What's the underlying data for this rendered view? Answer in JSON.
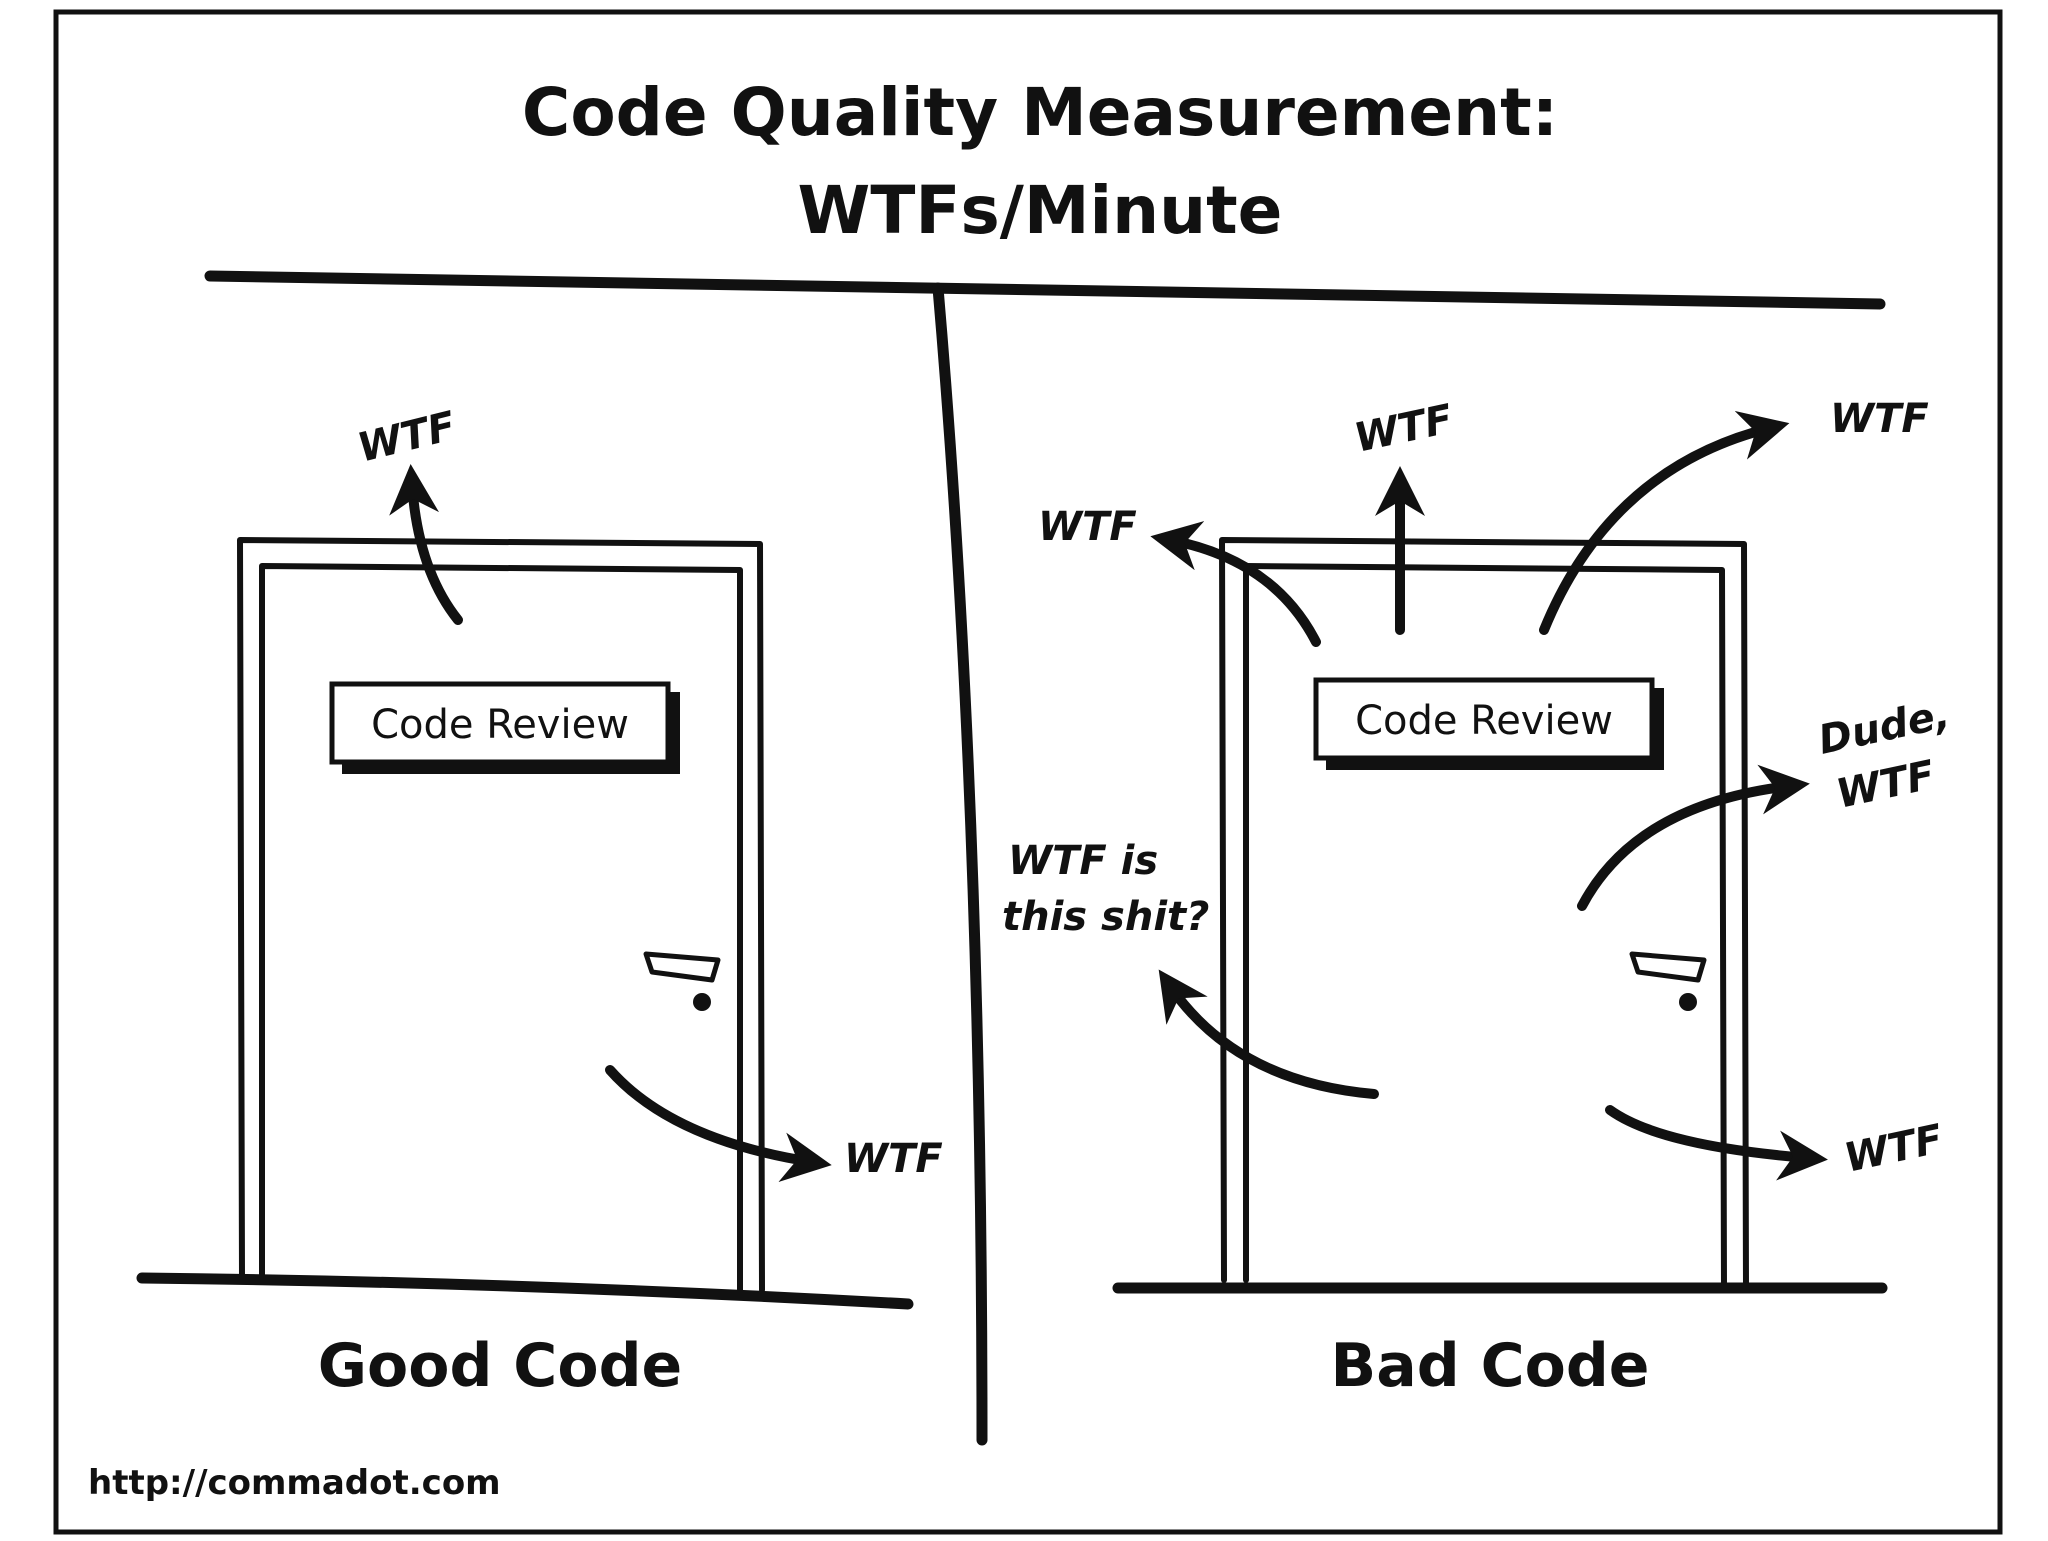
{
  "title": {
    "line1": "Code Quality Measurement:",
    "line2": "WTFs/Minute"
  },
  "panels": {
    "good": {
      "sign": "Code Review",
      "caption": "Good Code",
      "exclamations": [
        "WTF",
        "WTF"
      ]
    },
    "bad": {
      "sign": "Code Review",
      "caption": "Bad Code",
      "exclamations": [
        "WTF",
        "WTF",
        "WTF",
        "WTF is",
        "this shit?",
        "Dude,",
        "WTF",
        "WTF"
      ]
    }
  },
  "credit": "http://commadot.com",
  "colors": {
    "ink": "#111111",
    "paper": "#ffffff"
  }
}
